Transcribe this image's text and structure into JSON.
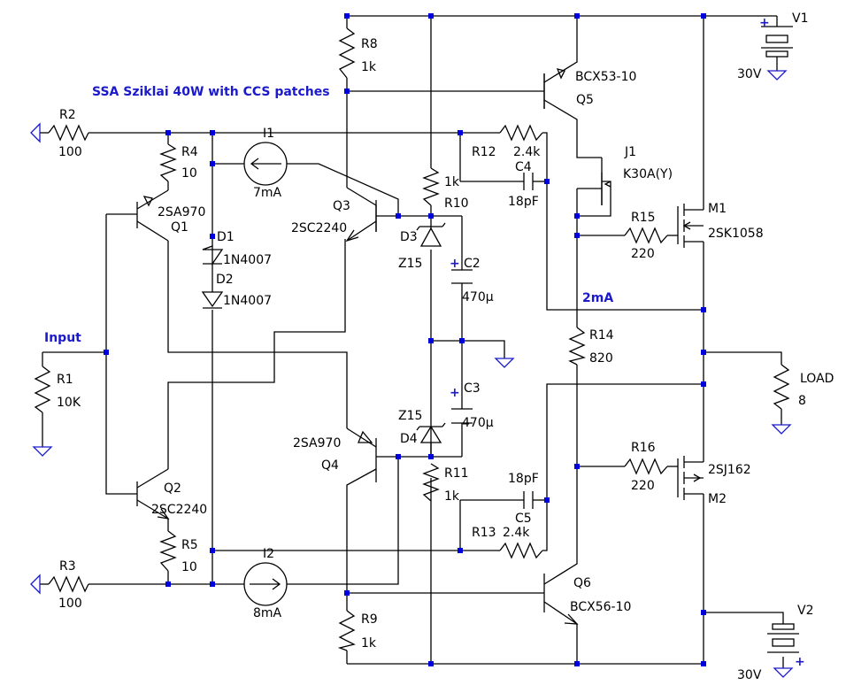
{
  "title": "SSA Sziklai 40W with CCS patches",
  "labels": {
    "input": "Input",
    "current_note": "2mA"
  },
  "components": {
    "R1": {
      "name": "R1",
      "value": "10K"
    },
    "R2": {
      "name": "R2",
      "value": "100"
    },
    "R3": {
      "name": "R3",
      "value": "100"
    },
    "R4": {
      "name": "R4",
      "value": "10"
    },
    "R5": {
      "name": "R5",
      "value": "10"
    },
    "R8": {
      "name": "R8",
      "value": "1k"
    },
    "R9": {
      "name": "R9",
      "value": "1k"
    },
    "R10": {
      "name": "R10",
      "value": "1k"
    },
    "R11": {
      "name": "R11",
      "value": "1k"
    },
    "R12": {
      "name": "R12",
      "value": "2.4k"
    },
    "R13": {
      "name": "R13",
      "value": "2.4k"
    },
    "R14": {
      "name": "R14",
      "value": "820"
    },
    "R15": {
      "name": "R15",
      "value": "220"
    },
    "R16": {
      "name": "R16",
      "value": "220"
    },
    "LOAD": {
      "name": "LOAD",
      "value": "8"
    },
    "C2": {
      "name": "C2",
      "value": "470µ"
    },
    "C3": {
      "name": "C3",
      "value": "470µ"
    },
    "C4": {
      "name": "C4",
      "value": "18pF"
    },
    "C5": {
      "name": "C5",
      "value": "18pF"
    },
    "D1": {
      "name": "D1",
      "value": "1N4007"
    },
    "D2": {
      "name": "D2",
      "value": "1N4007"
    },
    "D3": {
      "name": "D3",
      "value": "Z15"
    },
    "D4": {
      "name": "D4",
      "value": "Z15"
    },
    "I1": {
      "name": "I1",
      "value": "7mA"
    },
    "I2": {
      "name": "I2",
      "value": "8mA"
    },
    "Q1": {
      "name": "Q1",
      "value": "2SA970"
    },
    "Q2": {
      "name": "Q2",
      "value": "2SC2240"
    },
    "Q3": {
      "name": "Q3",
      "value": "2SC2240"
    },
    "Q4": {
      "name": "Q4",
      "value": "2SA970"
    },
    "Q5": {
      "name": "Q5",
      "value": "BCX53-10"
    },
    "Q6": {
      "name": "Q6",
      "value": "BCX56-10"
    },
    "J1": {
      "name": "J1",
      "value": "K30A(Y)"
    },
    "M1": {
      "name": "M1",
      "value": "2SK1058"
    },
    "M2": {
      "name": "M2",
      "value": "2SJ162"
    },
    "V1": {
      "name": "V1",
      "value": "30V"
    },
    "V2": {
      "name": "V2",
      "value": "30V"
    }
  },
  "polarity": {
    "plus": "+"
  }
}
